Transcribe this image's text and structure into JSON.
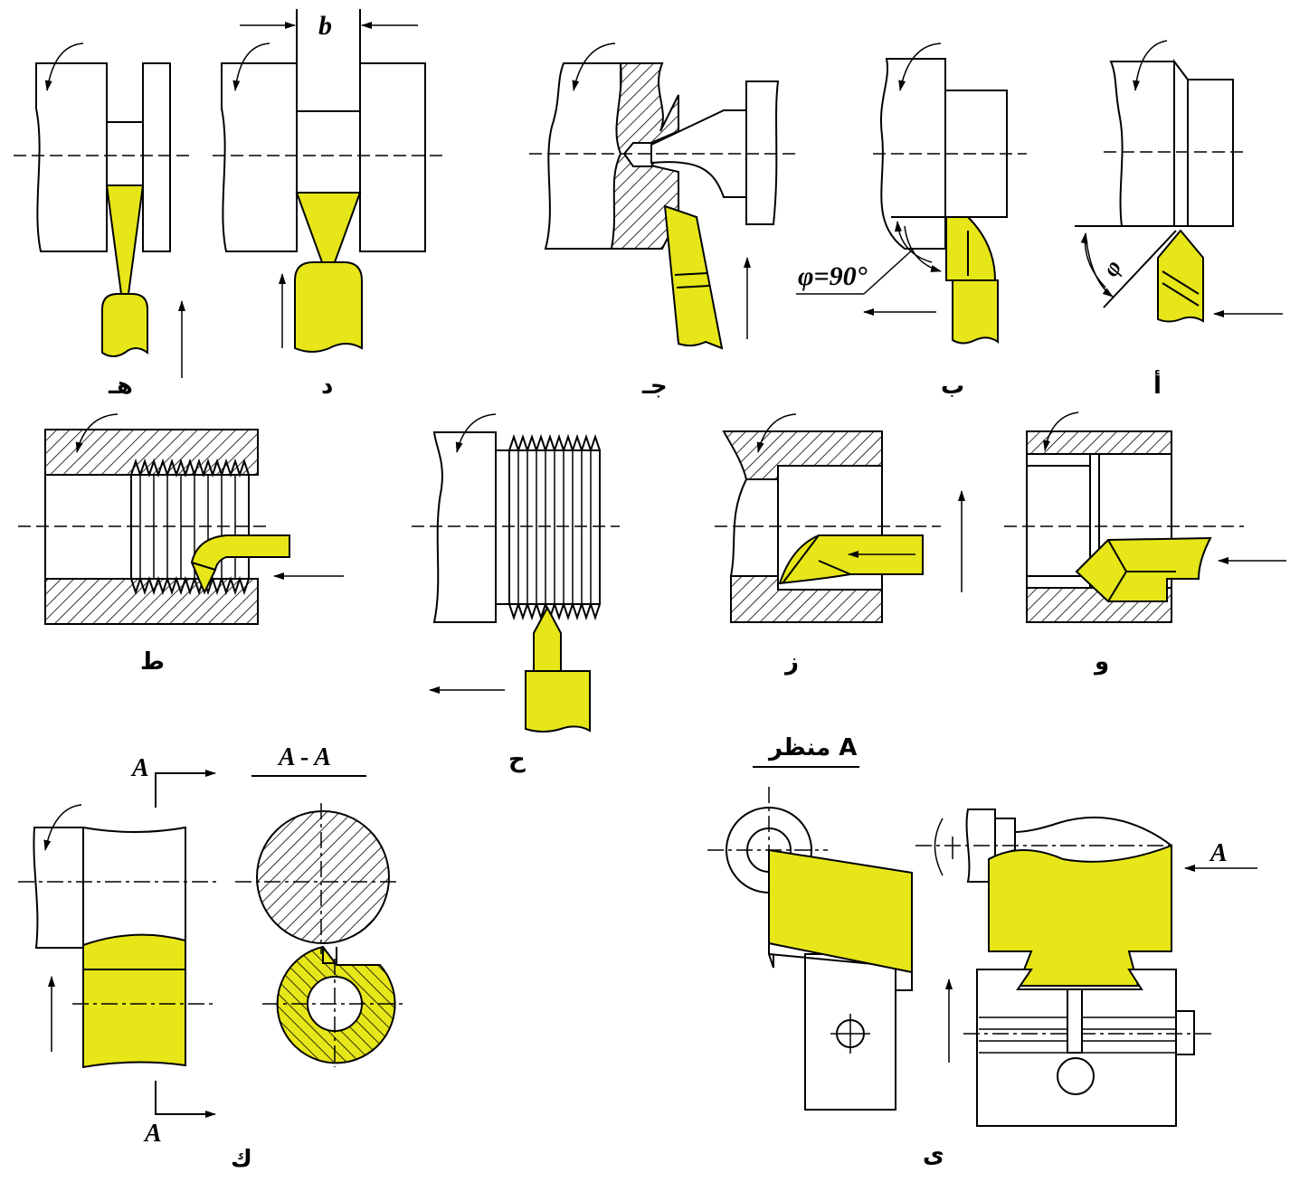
{
  "colors": {
    "tool": "#e6e619",
    "line": "#000000",
    "background": "#ffffff"
  },
  "labels": {
    "a": "أ",
    "b": "ب",
    "c": "جـ",
    "d": "د",
    "e": "هـ",
    "f": "و",
    "g": "ز",
    "h": "ح",
    "i": "ط",
    "k": "ك",
    "y": "ى"
  },
  "annotations": {
    "width_b": "b",
    "phi_90": "φ=90°",
    "phi": "φ",
    "section_A_top": "A",
    "section_A_bottom": "A",
    "section_title": "A - A",
    "view_title": "منظر A",
    "view_arrow_A": "A"
  }
}
